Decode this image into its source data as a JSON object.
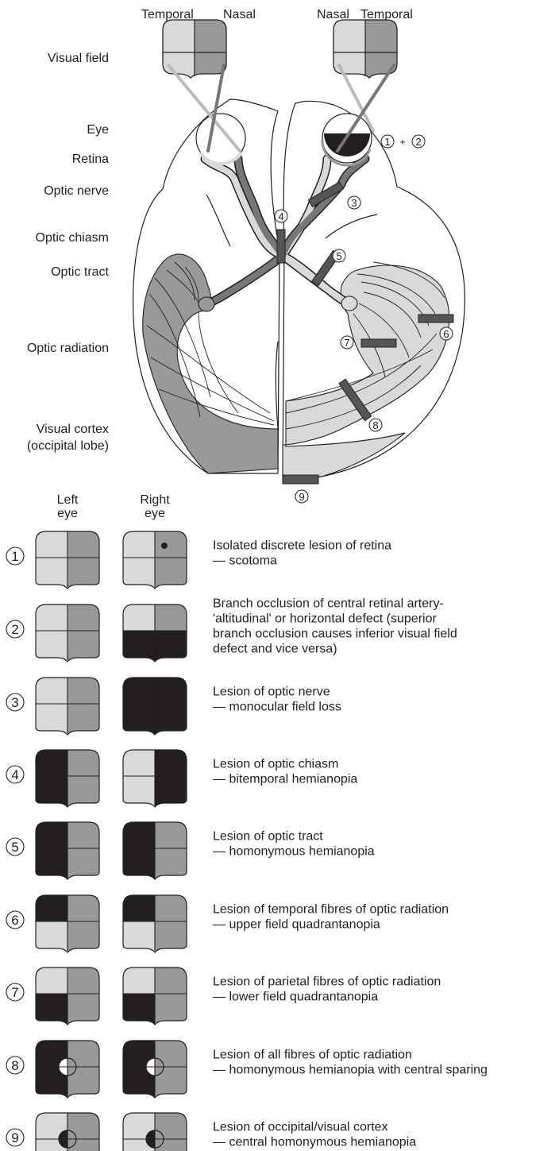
{
  "colors": {
    "light": "#d9d9d9",
    "mid": "#999999",
    "dark": "#231f20",
    "line": "#231f20",
    "lesion": "#555555",
    "white": "#ffffff"
  },
  "top_labels": {
    "left_temporal": "Temporal",
    "left_nasal": "Nasal",
    "right_nasal": "Nasal",
    "right_temporal": "Temporal"
  },
  "side_labels": {
    "visual_field": "Visual field",
    "eye": "Eye",
    "retina": "Retina",
    "optic_nerve": "Optic nerve",
    "optic_chiasm": "Optic chiasm",
    "optic_tract": "Optic tract",
    "optic_radiation": "Optic radiation",
    "visual_cortex_1": "Visual cortex",
    "visual_cortex_2": "(occipital lobe)"
  },
  "lesion_markers": {
    "m1": "1",
    "plus": "+",
    "m2": "2",
    "m3": "3",
    "m4": "4",
    "m5": "5",
    "m6": "6",
    "m7": "7",
    "m8": "8",
    "m9": "9"
  },
  "column_headers": {
    "left_1": "Left",
    "left_2": "eye",
    "right_1": "Right",
    "right_2": "eye"
  },
  "defects": [
    {
      "number": "1",
      "left": {
        "tl": "light",
        "tr": "mid",
        "bl": "light",
        "br": "mid",
        "center": "none",
        "dot": false
      },
      "right": {
        "tl": "light",
        "tr": "mid",
        "bl": "light",
        "br": "mid",
        "center": "none",
        "dot": true
      },
      "lines": [
        "Isolated discrete lesion of retina",
        "— scotoma"
      ]
    },
    {
      "number": "2",
      "left": {
        "tl": "light",
        "tr": "mid",
        "bl": "light",
        "br": "mid",
        "center": "none",
        "dot": false
      },
      "right": {
        "tl": "light",
        "tr": "mid",
        "bl": "dark",
        "br": "dark",
        "center": "none",
        "dot": false
      },
      "lines": [
        "Branch occlusion of central retinal artery-",
        "'altitudinal' or horizontal defect (superior",
        "branch occlusion causes inferior visual field",
        "defect and vice versa)"
      ]
    },
    {
      "number": "3",
      "left": {
        "tl": "light",
        "tr": "mid",
        "bl": "light",
        "br": "mid",
        "center": "none",
        "dot": false
      },
      "right": {
        "tl": "dark",
        "tr": "dark",
        "bl": "dark",
        "br": "dark",
        "center": "none",
        "dot": false
      },
      "lines": [
        "Lesion of optic nerve",
        "— monocular field loss"
      ]
    },
    {
      "number": "4",
      "left": {
        "tl": "dark",
        "tr": "mid",
        "bl": "dark",
        "br": "mid",
        "center": "none",
        "dot": false
      },
      "right": {
        "tl": "light",
        "tr": "dark",
        "bl": "light",
        "br": "dark",
        "center": "none",
        "dot": false
      },
      "lines": [
        "Lesion of optic chiasm",
        "— bitemporal hemianopia"
      ]
    },
    {
      "number": "5",
      "left": {
        "tl": "dark",
        "tr": "mid",
        "bl": "dark",
        "br": "mid",
        "center": "none",
        "dot": false
      },
      "right": {
        "tl": "dark",
        "tr": "mid",
        "bl": "dark",
        "br": "mid",
        "center": "none",
        "dot": false
      },
      "lines": [
        "Lesion of optic tract",
        "— homonymous hemianopia"
      ]
    },
    {
      "number": "6",
      "left": {
        "tl": "dark",
        "tr": "mid",
        "bl": "light",
        "br": "mid",
        "center": "none",
        "dot": false
      },
      "right": {
        "tl": "dark",
        "tr": "mid",
        "bl": "light",
        "br": "mid",
        "center": "none",
        "dot": false
      },
      "lines": [
        "Lesion of temporal fibres of optic radiation",
        "— upper field quadrantanopia"
      ]
    },
    {
      "number": "7",
      "left": {
        "tl": "light",
        "tr": "mid",
        "bl": "dark",
        "br": "mid",
        "center": "none",
        "dot": false
      },
      "right": {
        "tl": "light",
        "tr": "mid",
        "bl": "dark",
        "br": "mid",
        "center": "none",
        "dot": false
      },
      "lines": [
        "Lesion of parietal fibres of optic radiation",
        "— lower field quadrantanopia"
      ]
    },
    {
      "number": "8",
      "left": {
        "tl": "dark",
        "tr": "mid",
        "bl": "dark",
        "br": "mid",
        "center": "spare",
        "dot": false
      },
      "right": {
        "tl": "dark",
        "tr": "mid",
        "bl": "dark",
        "br": "mid",
        "center": "spare",
        "dot": false
      },
      "lines": [
        "Lesion of all fibres of optic radiation",
        "— homonymous hemianopia with central sparing"
      ]
    },
    {
      "number": "9",
      "left": {
        "tl": "light",
        "tr": "mid",
        "bl": "light",
        "br": "mid",
        "center": "loss",
        "dot": false
      },
      "right": {
        "tl": "light",
        "tr": "mid",
        "bl": "light",
        "br": "mid",
        "center": "loss",
        "dot": false
      },
      "lines": [
        "Lesion of occipital/visual cortex",
        "— central homonymous hemianopia"
      ]
    }
  ]
}
